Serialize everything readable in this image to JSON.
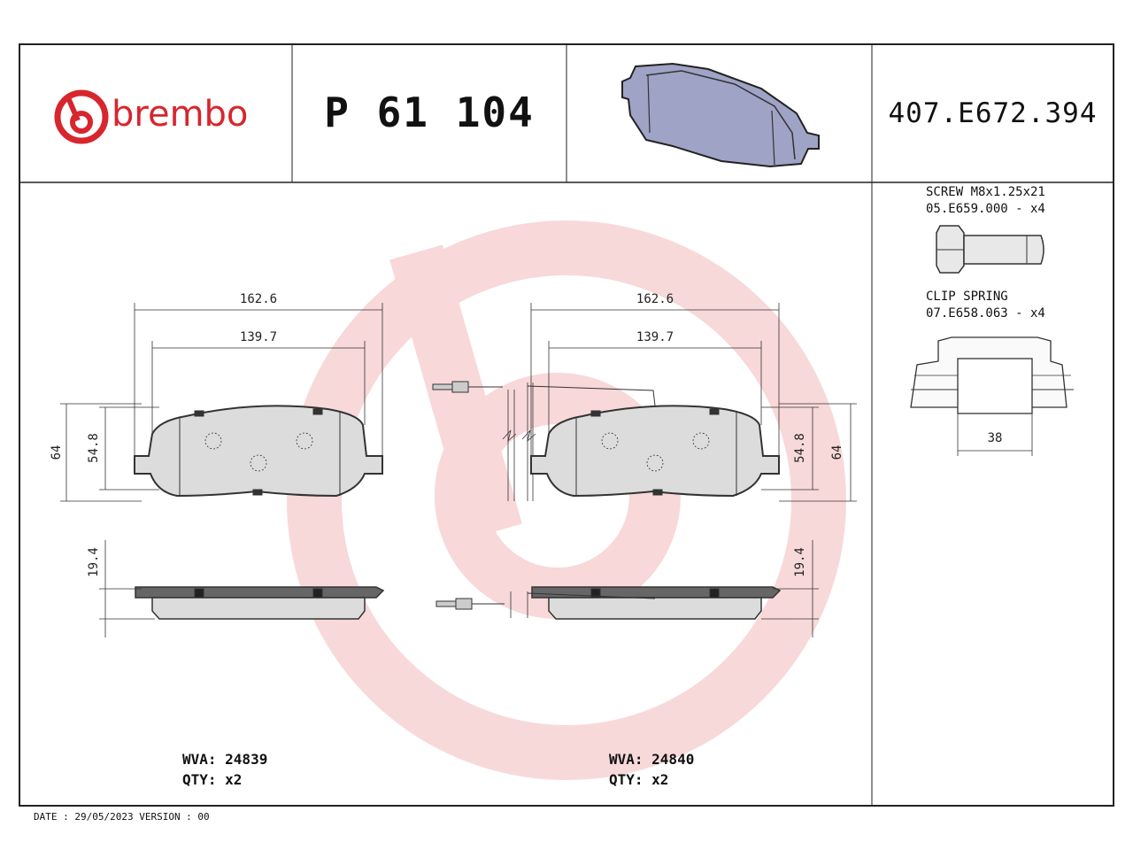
{
  "brand": {
    "name": "brembo",
    "color": "#d7262e",
    "logo_icon": "brembo-logo-icon"
  },
  "header": {
    "part_number": "P 61 104",
    "reference_number": "407.E672.394"
  },
  "dimensions": {
    "left_view": {
      "overall_length": "162.6",
      "inner_length": "139.7",
      "height": "64",
      "inner_height": "54.8",
      "thickness": "19.4"
    },
    "right_view": {
      "overall_length": "162.6",
      "inner_length": "139.7",
      "height": "64",
      "inner_height": "54.8",
      "thickness": "19.4"
    }
  },
  "accessories": {
    "screw": {
      "title": "SCREW M8x1.25x21",
      "code": "05.E659.000 - x4"
    },
    "clip": {
      "title": "CLIP SPRING",
      "code": "07.E658.063 - x4",
      "width": "38"
    }
  },
  "pads": {
    "left": {
      "wva": "WVA: 24839",
      "qty": "QTY: x2"
    },
    "right": {
      "wva": "WVA: 24840",
      "qty": "QTY: x2"
    }
  },
  "footer": {
    "text": "DATE : 29/05/2023 VERSION : 00"
  },
  "colors": {
    "pad_fill": "#dcdcdc",
    "outline": "#333333",
    "watermark": "#f3cccc",
    "thumb_fill": "#9fa3c6"
  }
}
